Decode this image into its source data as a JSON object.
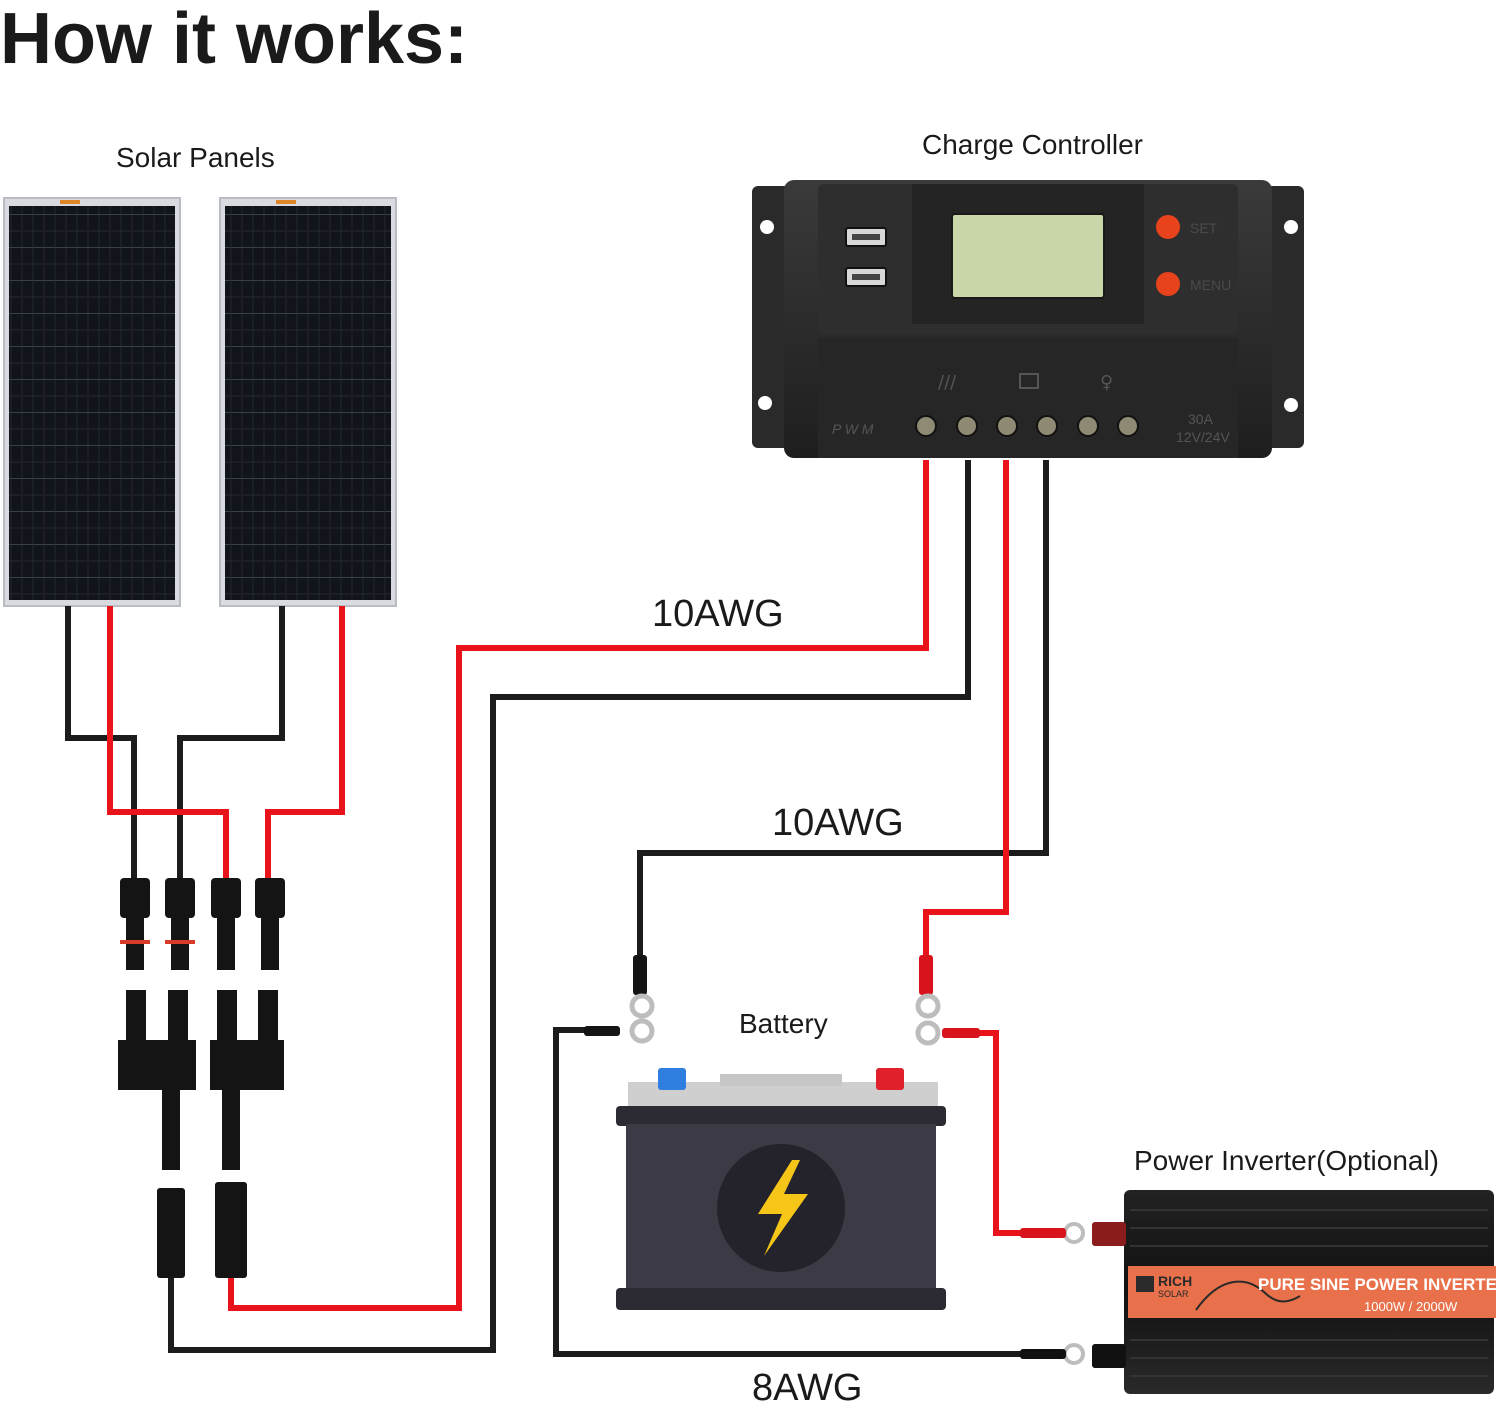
{
  "title": "How it works:",
  "labels": {
    "solar_panels": "Solar Panels",
    "charge_controller": "Charge Controller",
    "battery": "Battery",
    "inverter": "Power Inverter(Optional)",
    "wire_solar": "10AWG",
    "wire_battery": "10AWG",
    "wire_inverter": "8AWG"
  },
  "controller": {
    "usb_ports": 2,
    "buttons": [
      "SET",
      "MENU"
    ],
    "mode_label": "P W M",
    "rating_line1": "30A",
    "rating_line2": "12V/24V",
    "terminals": 6
  },
  "inverter": {
    "brand_line1": "RICH",
    "brand_line2": "SOLAR",
    "product_name": "PURE SINE POWER INVERTER",
    "power_rating": "1000W / 2000W"
  },
  "colors": {
    "positive_wire": "#e8131b",
    "negative_wire": "#1c1c1c",
    "battery_body": "#3b3a45",
    "inverter_band": "#e8714b",
    "controller_body": "#2b2b2b",
    "lcd": "#c9d6a8",
    "button": "#e8431c"
  },
  "icons": [
    "lightning-icon",
    "solar-panel-icon",
    "usb-port-icon"
  ]
}
